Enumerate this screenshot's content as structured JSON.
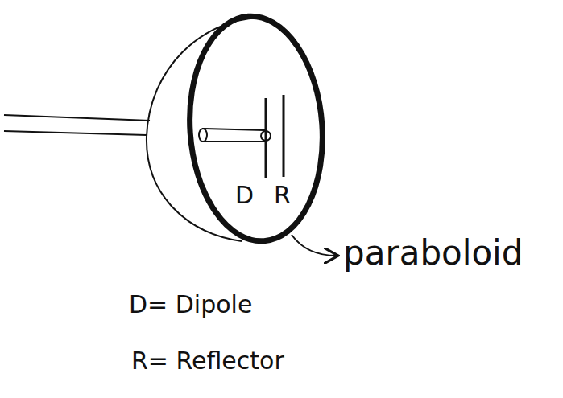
{
  "diagram": {
    "labels": [
      "D",
      "R",
      "paraboloid",
      "D= Dipole",
      "R= Reflector"
    ]
  }
}
